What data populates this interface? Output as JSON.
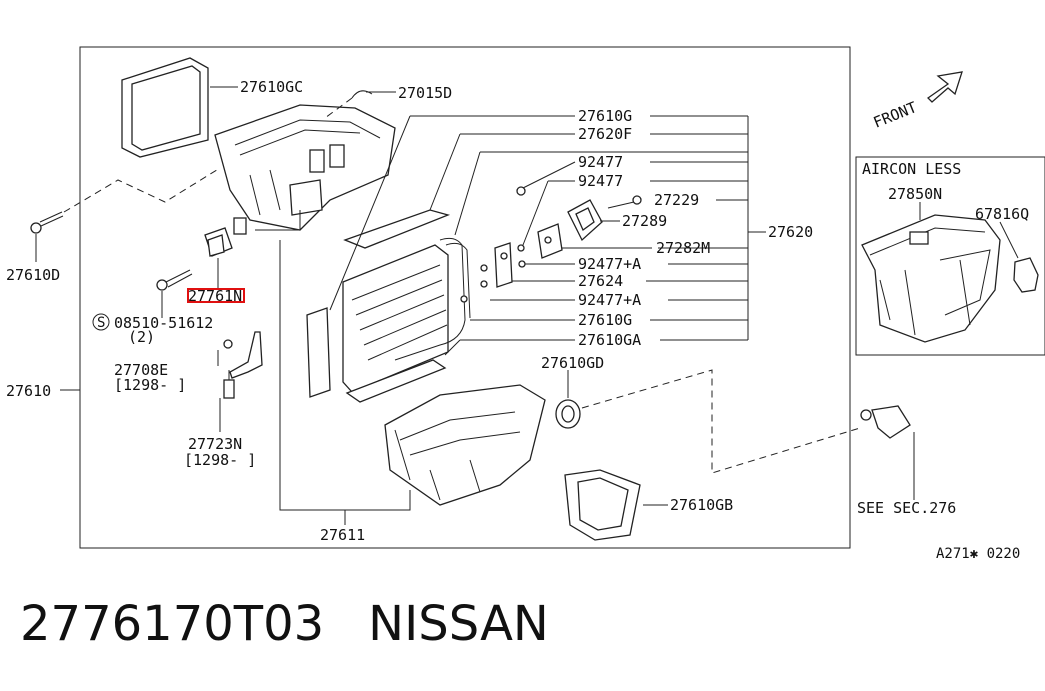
{
  "labels": {
    "gc": "27610GC",
    "d015": "27015D",
    "g1": "27610G",
    "f620": "27620F",
    "p92477a": "92477",
    "p92477b": "92477",
    "p27229": "27229",
    "p27289": "27289",
    "p27282m": "27282M",
    "p92477pa1": "92477+A",
    "p27624": "27624",
    "p92477pa2": "92477+A",
    "g2": "27610G",
    "ga": "27610GA",
    "p27620": "27620",
    "p27610d": "27610D",
    "p27761n": "27761N",
    "screw": "08510-51612",
    "screw_qty": "(2)",
    "p27708e": "27708E",
    "p27708e_date": "[1298- ]",
    "p27723n": "27723N",
    "p27723n_date": "[1298- ]",
    "p27610": "27610",
    "gd": "27610GD",
    "gb": "27610GB",
    "p27611": "27611",
    "see_sec": "SEE SEC.276",
    "front": "FRONT",
    "aircon_less": "AIRCON LESS",
    "p27850n": "27850N",
    "p67816q": "67816Q",
    "ref_code": "A271✱ 0220",
    "screw_symbol": "S"
  },
  "caption": {
    "part_number": "2776170T03",
    "brand": "NISSAN"
  },
  "colors": {
    "highlight": "#e01010",
    "ink": "#222222"
  }
}
